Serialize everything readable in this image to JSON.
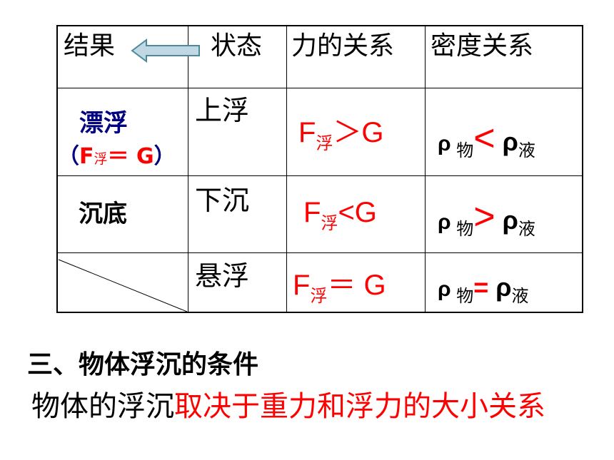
{
  "table": {
    "headers": {
      "result": "结果",
      "state": "状态",
      "force": "力的关系",
      "density": "密度关系"
    },
    "rows": [
      {
        "result": "漂浮",
        "result_cond_prefix": "（",
        "result_cond_F": "F",
        "result_cond_sub": "浮",
        "result_cond_rest": "＝ G",
        "result_cond_suffix": "）",
        "state": "上浮",
        "force_F": "F",
        "force_sub": "浮",
        "force_rel": "＞G",
        "dens_rho1": "ρ",
        "dens_sub1": "物",
        "dens_rel": "<",
        "dens_rho2": "ρ",
        "dens_sub2": "液"
      },
      {
        "result": "沉底",
        "state": "下沉",
        "force_F": "F",
        "force_sub": "浮",
        "force_rel": "<G",
        "dens_rho1": "ρ",
        "dens_sub1": "物",
        "dens_rel": ">",
        "dens_rho2": "ρ",
        "dens_sub2": "液"
      },
      {
        "result": "",
        "state": "悬浮",
        "force_F": "F",
        "force_sub": "浮",
        "force_rel": "＝ G",
        "dens_rho1": "ρ",
        "dens_sub1": "物",
        "dens_rel": "=",
        "dens_rho2": "ρ",
        "dens_sub2": "液"
      }
    ]
  },
  "heading": "三、物体浮沉的条件",
  "conclusion": {
    "black_part": "物体的浮沉",
    "red_part": "取决于重力和浮力的大小关系"
  },
  "colors": {
    "red": "#ff0000",
    "navy": "#000080",
    "arrow_fill": "#c0d8e4",
    "arrow_stroke": "#4a8a9a"
  }
}
